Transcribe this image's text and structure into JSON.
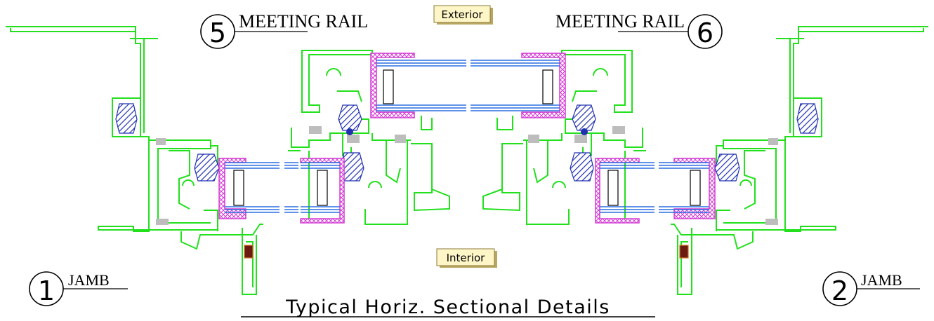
{
  "labels": {
    "exterior": "Exterior",
    "interior": "Interior",
    "title": "Typical Horiz. Sectional Details"
  },
  "details": [
    {
      "number": "1",
      "name": "JAMB"
    },
    {
      "number": "2",
      "name": "JAMB"
    },
    {
      "number": "5",
      "name": "MEETING RAIL"
    },
    {
      "number": "6",
      "name": "MEETING RAIL"
    }
  ],
  "colors": {
    "frame": "#22e01c",
    "glass": "#2a6fe0",
    "seal": "#d43bd4",
    "gasket": "#2030b0",
    "setting_block": "#bdbdbd",
    "tag_fill": "#fff6c8"
  }
}
